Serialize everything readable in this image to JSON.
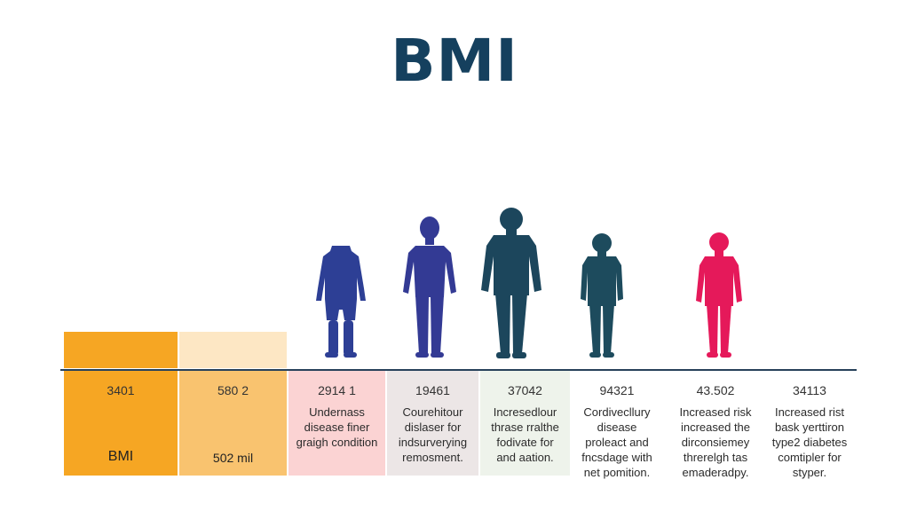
{
  "title": "BMI",
  "colors": {
    "title": "#15405e",
    "figure_underweight": "#2d3f95",
    "figure_normal": "#333a94",
    "figure_overweight": "#1c465c",
    "figure_obese": "#1d4b5d",
    "figure_severe": "#e5195a"
  },
  "columns": [
    {
      "number": "3401",
      "description": "",
      "footer": "BMI",
      "color": "#f6a623"
    },
    {
      "number": "580 2",
      "description": "",
      "footer": "502 mil",
      "color": "#f9c36f"
    },
    {
      "number": "2914 1",
      "description": "Undernass disease finer graigh condition",
      "footer": "",
      "color": "#fbd3d3"
    },
    {
      "number": "19461",
      "description": "Courehitour dislaser for indsurverying remosment.",
      "footer": "",
      "color": "#ece6e6"
    },
    {
      "number": "37042",
      "description": "Incresedlour thrase rralthe fodivate for and aation.",
      "footer": "",
      "color": "#eef3eb"
    },
    {
      "number": "94321",
      "description": "Cordivecllury disease proleact and fncsdage with net pomition.",
      "footer": "",
      "color": "#ffffff"
    },
    {
      "number": "43.502",
      "description": "Increased risk increased the dirconsiemey threrelgh tas emaderadpy.",
      "footer": "",
      "color": "#ffffff"
    },
    {
      "number": "34113",
      "description": "Increased rist bask yerttiron type2 diabetes comtipler for styper.",
      "footer": "",
      "color": "#ffffff"
    }
  ],
  "figures": [
    {
      "icon": "underweight-body-icon"
    },
    {
      "icon": "normal-body-icon"
    },
    {
      "icon": "overweight-body-icon"
    },
    {
      "icon": "obese-body-icon"
    },
    {
      "icon": "severe-body-icon"
    }
  ]
}
